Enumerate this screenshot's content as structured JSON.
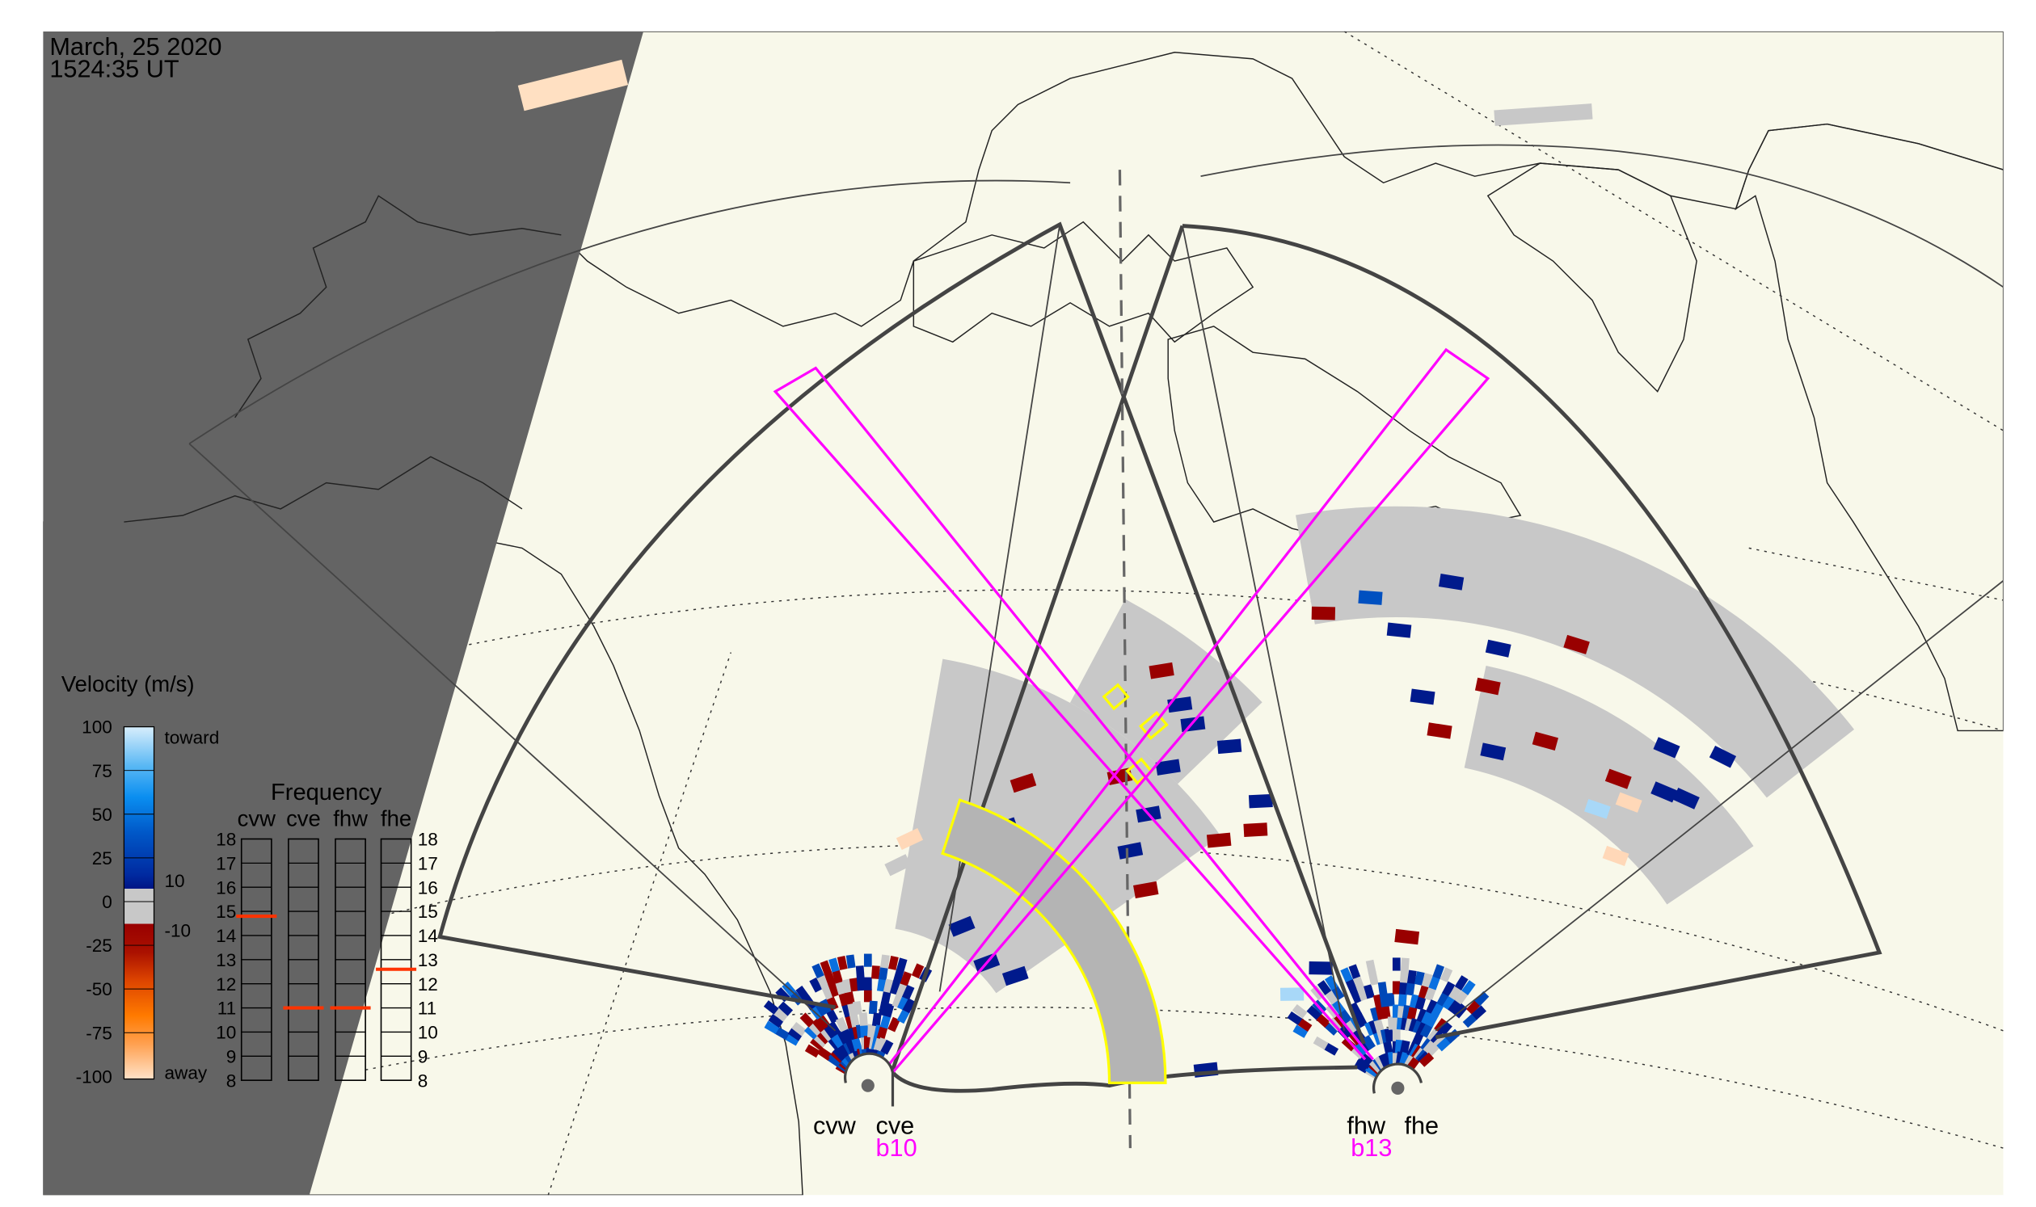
{
  "header": {
    "date": "March, 25 2020",
    "time": "1524:35 UT"
  },
  "velocity_legend": {
    "title": "Velocity (m/s)",
    "ticks": [
      "100",
      "75",
      "50",
      "25",
      "0",
      "-25",
      "-50",
      "-75",
      "-100"
    ],
    "toward_label": "toward",
    "away_label": "away",
    "gs_upper": "10",
    "gs_lower": "-10",
    "colors": {
      "toward_light": "#cfe8fb",
      "toward_mid": "#0a80e8",
      "toward_dark": "#001890",
      "ground_scatter": "#c8c8c8",
      "away_dark": "#990000",
      "away_mid": "#ff7700",
      "away_light": "#ffe0c0"
    }
  },
  "frequency_legend": {
    "title": "Frequency",
    "radars": [
      "cvw",
      "cve",
      "fhw",
      "fhe"
    ],
    "axis_labels": [
      "18",
      "17",
      "16",
      "15",
      "14",
      "13",
      "12",
      "11",
      "10",
      "9",
      "8"
    ],
    "axis_range_mhz": [
      8,
      18
    ],
    "values_mhz": {
      "cvw": 14.8,
      "cve": 11.0,
      "fhw": 11.0,
      "fhe": 12.6
    },
    "marker_color": "#ff3300"
  },
  "radars": {
    "cvw": "cvw",
    "cve": "cve",
    "fhw": "fhw",
    "fhe": "fhe",
    "cv_beam": "b10",
    "fh_beam": "b13",
    "beam_color": "#ff00ff"
  },
  "map": {
    "ocean_color": "#e8f5fe",
    "land_color": "#f8f8ea",
    "night_color": "#646464"
  }
}
